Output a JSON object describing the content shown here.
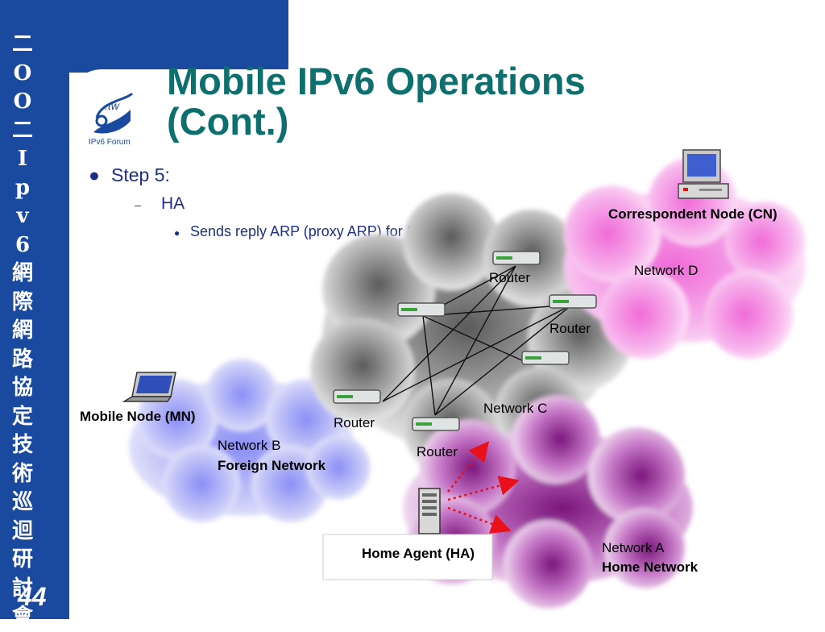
{
  "sidebar": {
    "vertical_title": [
      "二",
      "O",
      "O",
      "二",
      "I",
      "p",
      "v",
      "6",
      "網",
      "際",
      "網",
      "路",
      "協",
      "定",
      "技",
      "術",
      "巡",
      "迴",
      "研",
      "討",
      "會"
    ],
    "page_number": "44"
  },
  "logo": {
    "mark": ".tw",
    "caption": "IPv6 Forum"
  },
  "slide": {
    "title_line1": "Mobile IPv6 Operations",
    "title_line2": "(Cont.)"
  },
  "bullets": {
    "step": "Step 5:",
    "sub": "HA",
    "detail": "Sends reply ARP (proxy ARP) for MN"
  },
  "diagram": {
    "correspondent_node": "Correspondent Node (CN)",
    "network_d": "Network D",
    "router_top": "Router",
    "router_right": "Router",
    "router_left": "Router",
    "router_bottom": "Router",
    "network_c": "Network C",
    "mobile_node": "Mobile Node (MN)",
    "network_b": "Network B",
    "foreign_network": "Foreign Network",
    "home_agent": "Home Agent (HA)",
    "network_a": "Network A",
    "home_network": "Home Network"
  },
  "colors": {
    "sidebar": "#1a4aa0",
    "title": "#0e6f6f",
    "bullet_text": "#1d2f84",
    "arrow": "#e8101a",
    "cloud_grey": "#9a9a9a",
    "cloud_pink": "#f06ad8",
    "cloud_blue": "#8a8ef4",
    "cloud_purple": "#8a1e8c"
  }
}
